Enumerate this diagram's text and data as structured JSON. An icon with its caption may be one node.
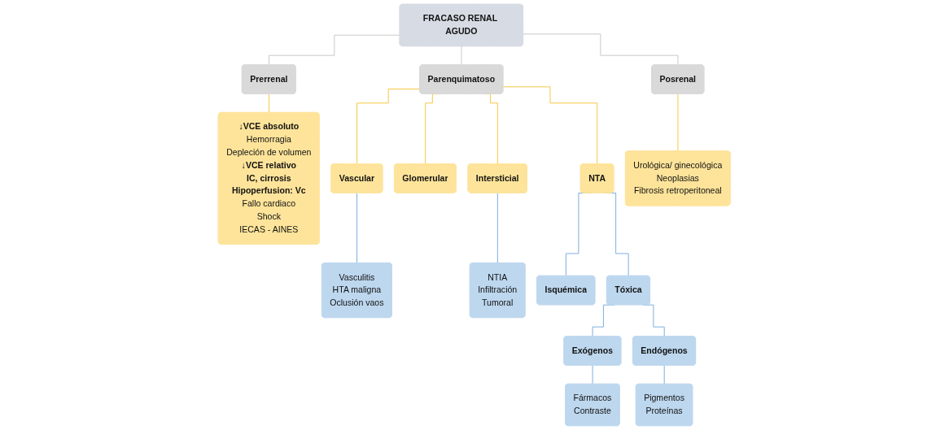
{
  "diagram": {
    "nodes": [
      {
        "text": [
          "FRACASO RENAL AGUDO"
        ]
      },
      {
        "text": [
          "Prerrenal"
        ]
      },
      {
        "text": [
          "Parenquimatoso"
        ]
      },
      {
        "text": [
          "Posrenal"
        ]
      },
      {
        "text": [
          "↓VCE absoluto",
          "Hemorragia",
          "Depleción de volumen",
          "↓VCE relativo",
          "IC, cirrosis",
          "Hipoperfusion: Vc",
          "Fallo cardiaco",
          "Shock",
          "IECAS - AINES"
        ]
      },
      {
        "text": [
          "Vascular"
        ]
      },
      {
        "text": [
          "Glomerular"
        ]
      },
      {
        "text": [
          "Intersticial"
        ]
      },
      {
        "text": [
          "NTA"
        ]
      },
      {
        "text": [
          "Urológica/ ginecológica",
          "Neoplasias",
          "Fibrosis retroperitoneal"
        ]
      },
      {
        "text": [
          "Vasculitis",
          "HTA maligna",
          "Oclusión vaos"
        ]
      },
      {
        "text": [
          "NTIA",
          "Infiltración",
          "Tumoral"
        ]
      },
      {
        "text": [
          "Isquémica"
        ]
      },
      {
        "text": [
          "Tóxica"
        ]
      },
      {
        "text": [
          "Exógenos"
        ]
      },
      {
        "text": [
          "Endógenos"
        ]
      },
      {
        "text": [
          "Fármacos",
          "Contraste"
        ]
      },
      {
        "text": [
          "Pigmentos",
          "Proteínas"
        ]
      }
    ],
    "edges": [
      {
        "from": 0,
        "to": 1,
        "arrow": "none",
        "color": "#c8c8c8"
      },
      {
        "from": 0,
        "to": 2,
        "arrow": "none",
        "color": "#c8c8c8"
      },
      {
        "from": 0,
        "to": 3,
        "arrow": "none",
        "color": "#c8c8c8"
      },
      {
        "from": 1,
        "to": 4,
        "arrow": "none",
        "color": "#f5c842"
      },
      {
        "from": 2,
        "to": 5,
        "arrow": "none",
        "color": "#f5c842"
      },
      {
        "from": 2,
        "to": 6,
        "arrow": "none",
        "color": "#f5c842"
      },
      {
        "from": 2,
        "to": 7,
        "arrow": "none",
        "color": "#f5c842"
      },
      {
        "from": 2,
        "to": 8,
        "arrow": "none",
        "color": "#f5c842"
      },
      {
        "from": 3,
        "to": 9,
        "arrow": "none",
        "color": "#f5c842"
      },
      {
        "from": 5,
        "to": 10,
        "arrow": "none"
      },
      {
        "from": 7,
        "to": 11,
        "arrow": "none"
      },
      {
        "from": 8,
        "to": 12,
        "arrow": "none"
      },
      {
        "from": 8,
        "to": 13,
        "arrow": "none"
      },
      {
        "from": 13,
        "to": 14,
        "arrow": "none"
      },
      {
        "from": 13,
        "to": 15,
        "arrow": "none"
      },
      {
        "from": 14,
        "to": 16,
        "arrow": "none"
      },
      {
        "from": 15,
        "to": 17,
        "arrow": "none"
      }
    ]
  }
}
